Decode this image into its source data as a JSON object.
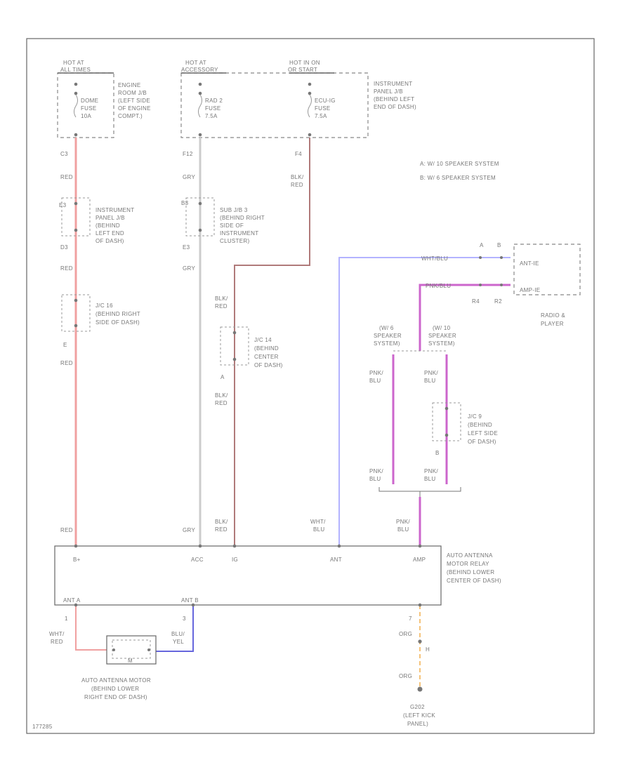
{
  "colors": {
    "red": "#f0a0a0",
    "gray": "#cccccc",
    "blk_red": "#b07a7a",
    "wht_blu": "#b3b3ff",
    "pnk_blu": "#cc66cc",
    "orange": "#f5c37a",
    "wht_red": "#f0a0a0",
    "blu_yel": "#6666dd",
    "outline": "#666666"
  },
  "fuse_boxes": {
    "engine": {
      "hot_label_1": "HOT AT",
      "hot_label_2": "ALL TIMES",
      "fuse_1": "DOME",
      "fuse_2": "FUSE",
      "fuse_3": "10A",
      "desc": [
        "ENGINE",
        "ROOM J/B",
        "(LEFT SIDE",
        "OF ENGINE",
        "COMPT.)"
      ]
    },
    "acc": {
      "hot_label_1": "HOT AT",
      "hot_label_2": "ACCESSORY",
      "fuse_1": "RAD 2",
      "fuse_2": "FUSE",
      "fuse_3": "7.5A"
    },
    "ign": {
      "hot_label_1": "HOT IN ON",
      "hot_label_2": "OR START",
      "fuse_1": "ECU-IG",
      "fuse_2": "FUSE",
      "fuse_3": "7.5A",
      "desc": [
        "INSTRUMENT",
        "PANEL J/B",
        "(BEHIND LEFT",
        "END OF DASH)"
      ]
    }
  },
  "connectors": {
    "c3": "C3",
    "f12": "F12",
    "f4": "F4",
    "d3": "D3",
    "e3": "E3",
    "b3": "B3",
    "e": "E",
    "a": "A",
    "b": "B",
    "a_top": "A",
    "b_top": "B",
    "r4": "R4",
    "r2": "R2"
  },
  "wire_labels": {
    "red_1": "RED",
    "red_2": "RED",
    "red_3": "RED",
    "red_4": "RED",
    "gry_1": "GRY",
    "gry_2": "GRY",
    "gry_3": "GRY",
    "blk_red_1a": "BLK/",
    "blk_red_1b": "RED",
    "blk_red_2a": "BLK/",
    "blk_red_2b": "RED",
    "blk_red_3a": "BLK/",
    "blk_red_3b": "RED",
    "blk_red_4a": "BLK/",
    "blk_red_4b": "RED",
    "wht_blu_top": "WHT/BLU",
    "pnk_blu_top": "PNK/BLU",
    "pnk_blu_1a": "PNK/",
    "pnk_blu_1b": "BLU",
    "pnk_blu_2a": "PNK/",
    "pnk_blu_2b": "BLU",
    "pnk_blu_3a": "PNK/",
    "pnk_blu_3b": "BLU",
    "pnk_blu_4a": "PNK/",
    "pnk_blu_4b": "BLU",
    "pnk_blu_5a": "PNK/",
    "pnk_blu_5b": "BLU",
    "wht_blu_1a": "WHT/",
    "wht_blu_1b": "BLU",
    "wht_red_a": "WHT/",
    "wht_red_b": "RED",
    "blu_yel_a": "BLU/",
    "blu_yel_b": "YEL",
    "org_1": "ORG",
    "org_2": "ORG"
  },
  "junctions": {
    "ip_jb": [
      "INSTRUMENT",
      "PANEL J/B",
      "(BEHIND",
      "LEFT END",
      "OF DASH)"
    ],
    "jc16": [
      "J/C 16",
      "(BEHIND RIGHT",
      "SIDE OF DASH)"
    ],
    "subjb3": [
      "SUB J/B 3",
      "(BEHIND RIGHT",
      "SIDE OF",
      "INSTRUMENT",
      "CLUSTER)"
    ],
    "jc14": [
      "J/C 14",
      "(BEHIND",
      "CENTER",
      "OF DASH)"
    ],
    "jc9": [
      "J/C 9",
      "(BEHIND",
      "LEFT SIDE",
      "OF DASH)"
    ]
  },
  "legend": {
    "a": "A: W/ 10 SPEAKER SYSTEM",
    "b": "B: W/ 6 SPEAKER SYSTEM"
  },
  "radio": {
    "pin_1": "ANT-IE",
    "pin_2": "AMP-IE",
    "label": [
      "RADIO &",
      "PLAYER"
    ]
  },
  "speaker_option": {
    "w10_a": "(W/ 6",
    "w10_b": "SPEAKER",
    "w10_c": "SYSTEM)",
    "w6_a": "(W/ 10",
    "w6_b": "SPEAKER",
    "w6_c": "SYSTEM)"
  },
  "relay": {
    "pins": [
      "B+",
      "ACC",
      "IG",
      "ANT",
      "AMP"
    ],
    "bottom_pins": [
      "ANT A",
      "ANT B"
    ],
    "label": [
      "AUTO ANTENNA",
      "MOTOR RELAY",
      "(BEHIND LOWER",
      "CENTER OF DASH)"
    ],
    "pin_num_1": "1",
    "pin_num_3": "3",
    "pin_num_7": "7"
  },
  "motor": {
    "letter": "M",
    "label": [
      "AUTO ANTENNA MOTOR",
      "(BEHIND LOWER",
      "RIGHT END OF DASH)"
    ]
  },
  "ground": {
    "splice": "H",
    "label": [
      "G202",
      "(LEFT KICK",
      "PANEL)"
    ]
  },
  "footer_code": "177285"
}
